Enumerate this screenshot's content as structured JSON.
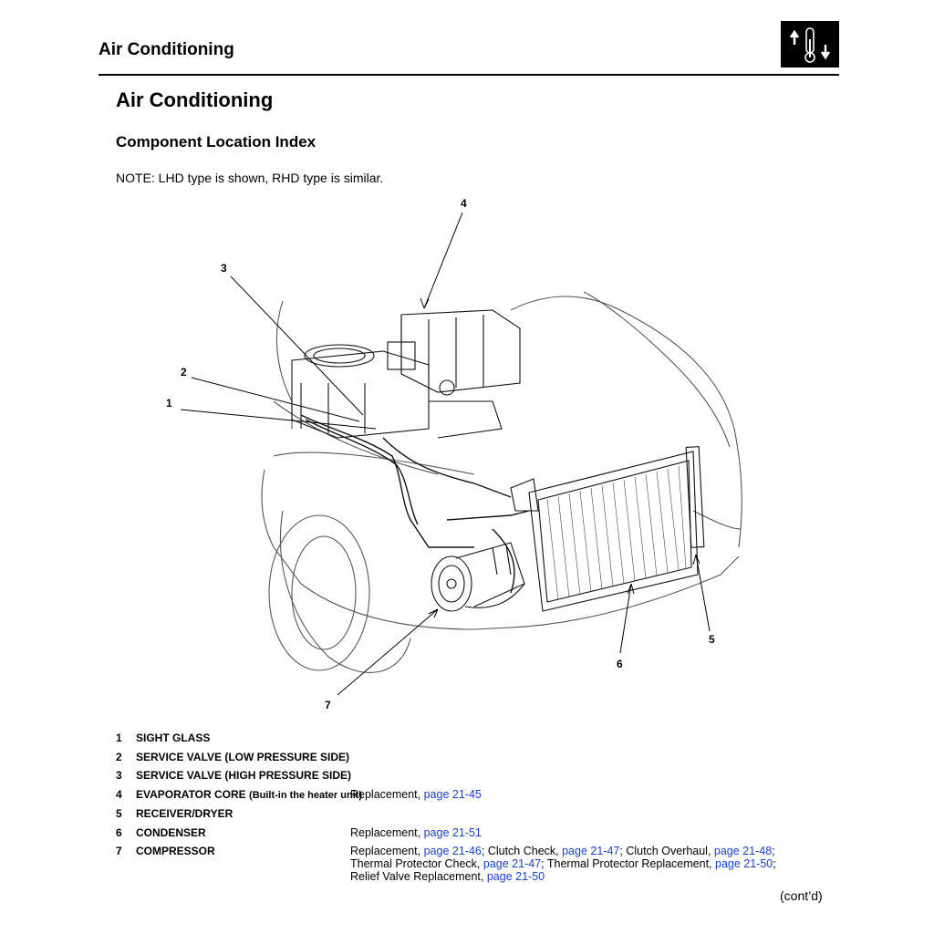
{
  "header": {
    "title": "Air Conditioning",
    "icon": "thermometer-updown-icon"
  },
  "page_title": "Air Conditioning",
  "section_title": "Component Location Index",
  "note": "NOTE: LHD type is shown, RHD type is similar.",
  "callouts": [
    "1",
    "2",
    "3",
    "4",
    "5",
    "6",
    "7"
  ],
  "components": [
    {
      "num": "1",
      "name": "SIGHT GLASS",
      "sub": "",
      "refs": []
    },
    {
      "num": "2",
      "name": "SERVICE VALVE (LOW PRESSURE SIDE)",
      "sub": "",
      "refs": []
    },
    {
      "num": "3",
      "name": "SERVICE VALVE (HIGH PRESSURE SIDE)",
      "sub": "",
      "refs": []
    },
    {
      "num": "4",
      "name": "EVAPORATOR CORE",
      "sub": "(Built-in the heater unit)",
      "refs": [
        {
          "text": "Replacement, ",
          "link": "page 21-45",
          "sep": ""
        }
      ]
    },
    {
      "num": "5",
      "name": "RECEIVER/DRYER",
      "sub": "",
      "refs": []
    },
    {
      "num": "6",
      "name": "CONDENSER",
      "sub": "",
      "refs": [
        {
          "text": "Replacement, ",
          "link": "page 21-51",
          "sep": ""
        }
      ]
    },
    {
      "num": "7",
      "name": "COMPRESSOR",
      "sub": "",
      "refs": [
        {
          "text": "Replacement, ",
          "link": "page 21-46",
          "sep": "; "
        },
        {
          "text": "Clutch Check, ",
          "link": "page 21-47",
          "sep": "; "
        },
        {
          "text": "Clutch Overhaul, ",
          "link": "page 21-48",
          "sep": ";"
        },
        {
          "text": "Thermal Protector Check, ",
          "link": "page 21-47",
          "sep": "; "
        },
        {
          "text": "Thermal Protector Replacement, ",
          "link": "page 21-50",
          "sep": ";"
        },
        {
          "text": "Relief Valve Replacement, ",
          "link": "page 21-50",
          "sep": ""
        }
      ]
    }
  ],
  "contd": "(cont’d)"
}
